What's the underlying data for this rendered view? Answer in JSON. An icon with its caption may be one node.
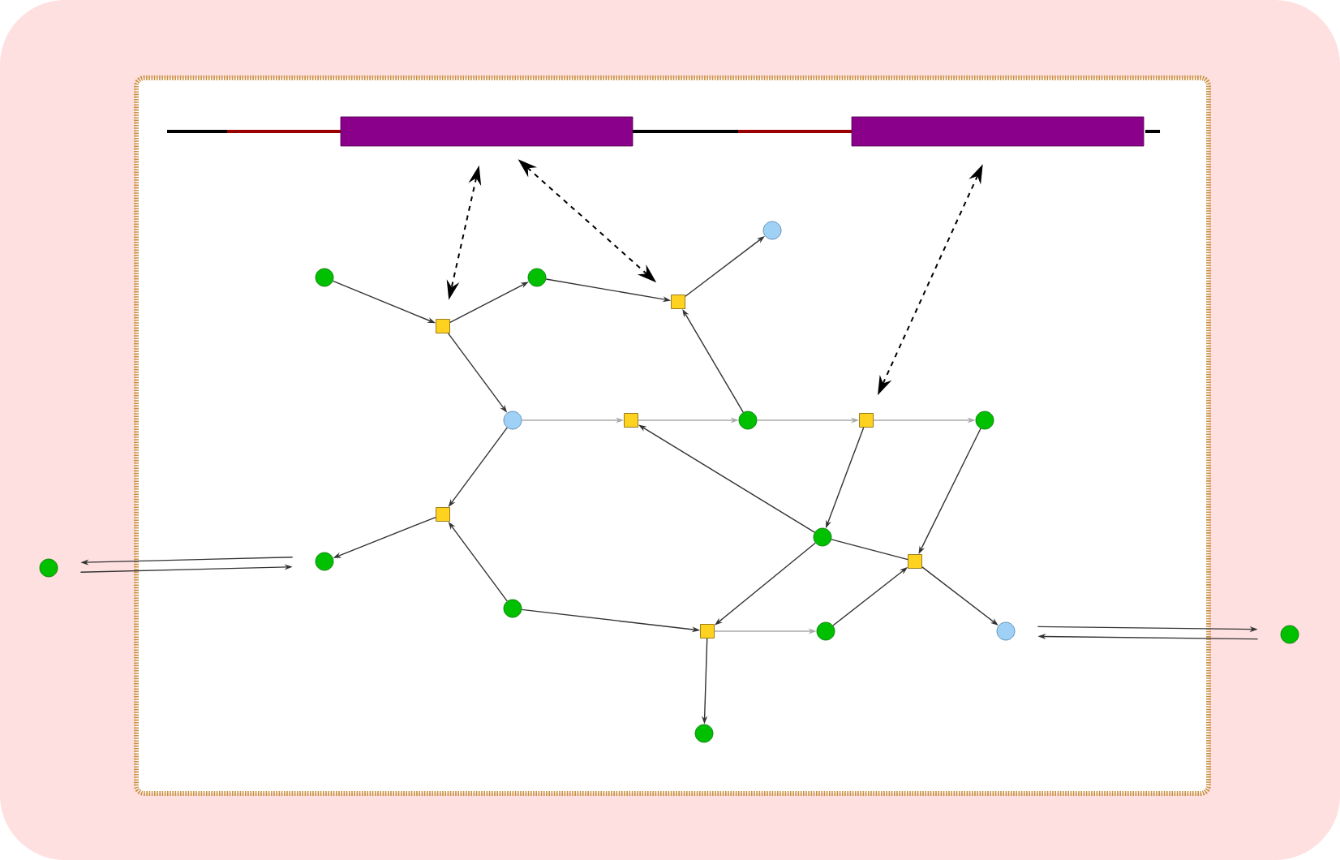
{
  "diagram": {
    "nodes": [
      {
        "text": [],
        "shape": "bar"
      },
      {
        "text": [],
        "shape": "bar"
      },
      {
        "text": [],
        "shape": "circle"
      },
      {
        "text": [],
        "shape": "box"
      },
      {
        "text": [],
        "shape": "circle"
      },
      {
        "text": [],
        "shape": "box"
      },
      {
        "text": [],
        "shape": "circle"
      },
      {
        "text": [],
        "shape": "circle"
      },
      {
        "text": [],
        "shape": "box"
      },
      {
        "text": [],
        "shape": "circle"
      },
      {
        "text": [],
        "shape": "box"
      },
      {
        "text": [],
        "shape": "circle"
      },
      {
        "text": [],
        "shape": "box"
      },
      {
        "text": [],
        "shape": "circle"
      },
      {
        "text": [],
        "shape": "circle"
      },
      {
        "text": [],
        "shape": "circle"
      },
      {
        "text": [],
        "shape": "circle"
      },
      {
        "text": [],
        "shape": "box"
      },
      {
        "text": [],
        "shape": "box"
      },
      {
        "text": [],
        "shape": "circle"
      },
      {
        "text": [],
        "shape": "circle"
      },
      {
        "text": [],
        "shape": "circle"
      },
      {
        "text": [],
        "shape": "circle"
      }
    ],
    "edges": [
      {
        "from": 0,
        "to": 3,
        "arrow": "both",
        "style": "dashed",
        "color": "#000000"
      },
      {
        "from": 0,
        "to": 5,
        "arrow": "both",
        "style": "dashed",
        "color": "#000000"
      },
      {
        "from": 1,
        "to": 10,
        "arrow": "both",
        "style": "dashed",
        "color": "#000000"
      },
      {
        "from": 2,
        "to": 3,
        "arrow": "to"
      },
      {
        "from": 3,
        "to": 4,
        "arrow": "to"
      },
      {
        "from": 3,
        "to": 7,
        "arrow": "to"
      },
      {
        "from": 4,
        "to": 5,
        "arrow": "to"
      },
      {
        "from": 9,
        "to": 5,
        "arrow": "to"
      },
      {
        "from": 5,
        "to": 6,
        "arrow": "to"
      },
      {
        "from": 7,
        "to": 8,
        "arrow": "to",
        "color": "#aaaaaa"
      },
      {
        "from": 8,
        "to": 9,
        "arrow": "to",
        "color": "#aaaaaa"
      },
      {
        "from": 16,
        "to": 8,
        "arrow": "to"
      },
      {
        "from": 9,
        "to": 10,
        "arrow": "to",
        "color": "#aaaaaa"
      },
      {
        "from": 10,
        "to": 11,
        "arrow": "to",
        "color": "#aaaaaa"
      },
      {
        "from": 10,
        "to": 16,
        "arrow": "to"
      },
      {
        "from": 11,
        "to": 17,
        "arrow": "to"
      },
      {
        "from": 16,
        "to": 17,
        "arrow": "none"
      },
      {
        "from": 19,
        "to": 17,
        "arrow": "to"
      },
      {
        "from": 17,
        "to": 20,
        "arrow": "to"
      },
      {
        "from": 7,
        "to": 12,
        "arrow": "to"
      },
      {
        "from": 15,
        "to": 12,
        "arrow": "to"
      },
      {
        "from": 12,
        "to": 13,
        "arrow": "to"
      },
      {
        "from": 16,
        "to": 18,
        "arrow": "to"
      },
      {
        "from": 15,
        "to": 18,
        "arrow": "to"
      },
      {
        "from": 18,
        "to": 19,
        "arrow": "to",
        "color": "#aaaaaa"
      },
      {
        "from": 18,
        "to": 22,
        "arrow": "to"
      },
      {
        "from": 13,
        "to": 14,
        "arrow": "to"
      },
      {
        "from": 14,
        "to": 13,
        "arrow": "to"
      },
      {
        "from": 20,
        "to": 21,
        "arrow": "to"
      },
      {
        "from": 21,
        "to": 20,
        "arrow": "to"
      }
    ]
  }
}
